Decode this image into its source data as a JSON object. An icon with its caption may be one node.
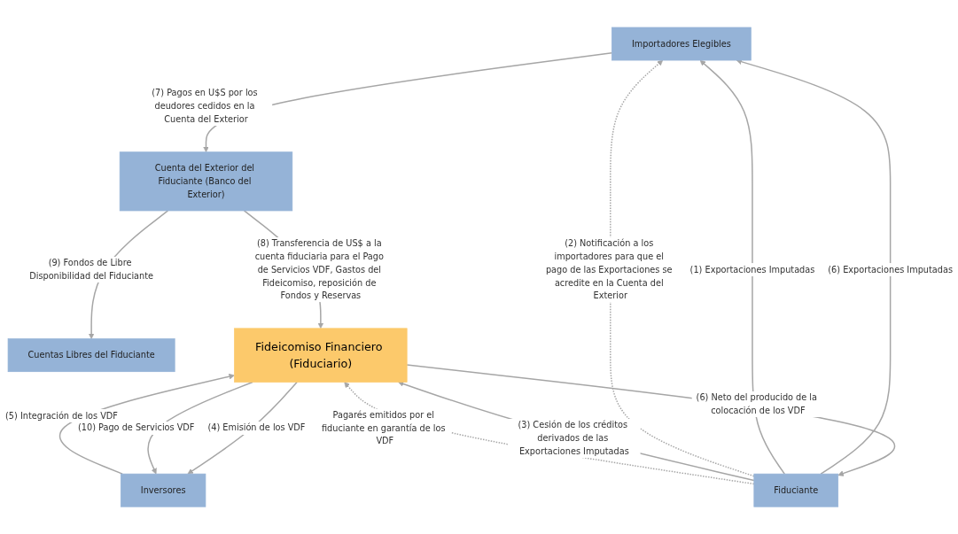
{
  "diagram": {
    "nodes": [
      {
        "text": [
          "Importadores Elegibles"
        ]
      },
      {
        "text": [
          "Cuenta del Exterior del Fiduciante (Banco del Exterior)"
        ]
      },
      {
        "text": [
          "Cuentas Libres del Fiduciante"
        ]
      },
      {
        "text": [
          "Fiduciante"
        ]
      },
      {
        "text": [
          "Fideicomiso Financiero (Fiduciario)"
        ]
      },
      {
        "text": [
          "Inversores"
        ]
      }
    ],
    "edges": [
      {
        "from": 3,
        "to": 0,
        "arrow": "to",
        "label": "(6) Exportaciones Imputadas"
      },
      {
        "from": 3,
        "to": 0,
        "arrow": "to",
        "label": "(1) Exportaciones Imputadas"
      },
      {
        "from": 3,
        "to": 0,
        "arrow": "to",
        "label": "(2) Notificación a los importadores para que el pago de las Exportaciones se acredite en la Cuenta del Exterior",
        "style": "dashed"
      },
      {
        "from": 0,
        "to": 1,
        "arrow": "to",
        "label": "(7) Pagos en U$S por los deudores cedidos en la Cuenta del Exterior"
      },
      {
        "from": 1,
        "to": 2,
        "arrow": "to",
        "label": "(9) Fondos de Libre Disponibilidad del Fiduciante"
      },
      {
        "from": 1,
        "to": 4,
        "arrow": "to",
        "label": "(8) Transferencia de US$ a la cuenta fiduciaria para el Pago de Servicios VDF, Gastos del Fideicomiso, reposición de Fondos y Reservas"
      },
      {
        "from": 3,
        "to": 4,
        "arrow": "to",
        "label": "(3) Cesión de los créditos derivados de las Exportaciones Imputadas"
      },
      {
        "from": 4,
        "to": 3,
        "arrow": "to",
        "label": "(6) Neto del producido de la colocación de los VDF"
      },
      {
        "from": 3,
        "to": 4,
        "arrow": "to",
        "label": "Pagarés emitidos por el fiduciante en garantía de los VDF",
        "style": "dashed"
      },
      {
        "from": 4,
        "to": 5,
        "arrow": "to",
        "label": "(4) Emisión de los VDF"
      },
      {
        "from": 5,
        "to": 4,
        "arrow": "to",
        "label": "(5) Integración de los VDF"
      },
      {
        "from": 4,
        "to": 5,
        "arrow": "to",
        "label": "(10) Pago de Servicios VDF"
      }
    ]
  }
}
